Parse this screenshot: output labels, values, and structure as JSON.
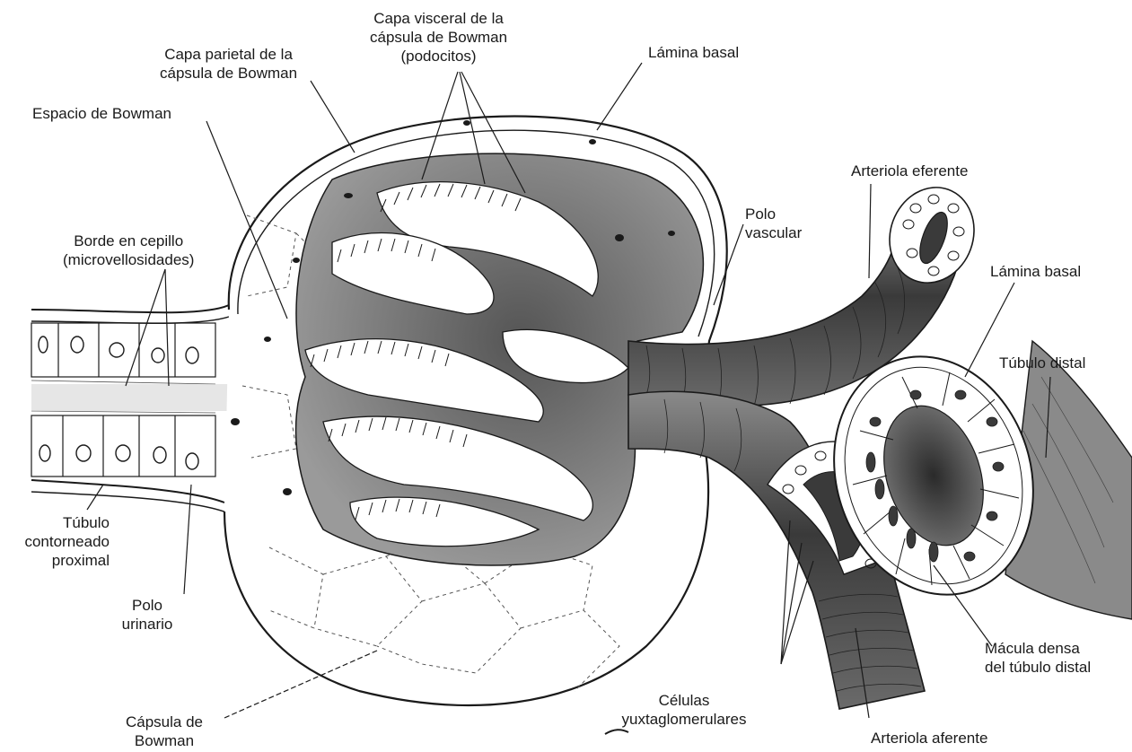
{
  "figure": {
    "ink_color": "#1a1a1a",
    "shade_dark": "#3a3a3a",
    "shade_mid": "#8a8a8a",
    "shade_light": "#c8c8c8",
    "paper_color": "#ffffff"
  },
  "labels": {
    "capa_visceral": {
      "line1": "Capa visceral de la",
      "line2": "cápsula de Bowman",
      "line3": "(podocitos)"
    },
    "capa_parietal": {
      "line1": "Capa parietal de la",
      "line2": "cápsula de Bowman"
    },
    "lamina_basal_top": "Lámina basal",
    "espacio_bowman": "Espacio de Bowman",
    "arteriola_eferente": "Arteriola eferente",
    "polo_vascular": {
      "line1": "Polo",
      "line2": "vascular"
    },
    "borde_cepillo": {
      "line1": "Borde en cepillo",
      "line2": "(microvellosidades)"
    },
    "lamina_basal_right": "Lámina basal",
    "tubulo_distal": "Túbulo distal",
    "tubulo_contorneado": {
      "line1": "Túbulo",
      "line2": "contorneado",
      "line3": "proximal"
    },
    "polo_urinario": {
      "line1": "Polo",
      "line2": "urinario"
    },
    "macula_densa": {
      "line1": "Mácula densa",
      "line2": "del túbulo distal"
    },
    "celulas_yuxta": {
      "line1": "Células",
      "line2": "yuxtaglomerulares"
    },
    "capsula_bowman": {
      "line1": "Cápsula de",
      "line2": "Bowman"
    },
    "arteriola_aferente": "Arteriola aferente"
  }
}
